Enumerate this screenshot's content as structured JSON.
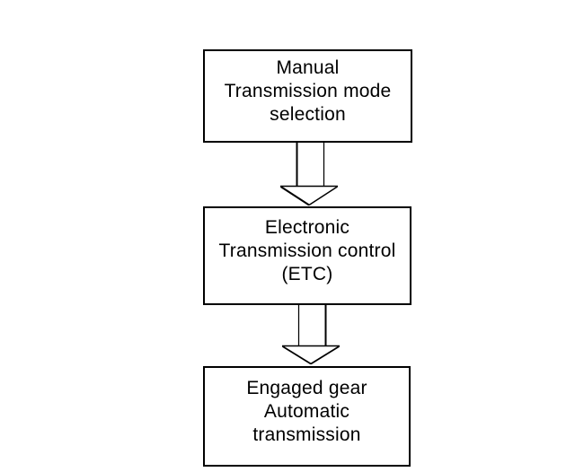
{
  "diagram": {
    "background_color": "#ffffff",
    "stroke_color": "#000000",
    "nodes": [
      {
        "id": "manual-transmission-mode-selection",
        "lines": [
          "Manual",
          "Transmission mode",
          "selection"
        ]
      },
      {
        "id": "electronic-transmission-control",
        "lines": [
          "Electronic",
          "Transmission control",
          "(ETC)"
        ]
      },
      {
        "id": "engaged-gear-automatic-transmission",
        "lines": [
          "Engaged gear",
          "Automatic",
          "transmission"
        ]
      }
    ],
    "connectors": [
      {
        "from": "manual-transmission-mode-selection",
        "to": "electronic-transmission-control",
        "style": "hollow-block-arrow",
        "direction": "down"
      },
      {
        "from": "electronic-transmission-control",
        "to": "engaged-gear-automatic-transmission",
        "style": "hollow-block-arrow",
        "direction": "down"
      }
    ]
  }
}
